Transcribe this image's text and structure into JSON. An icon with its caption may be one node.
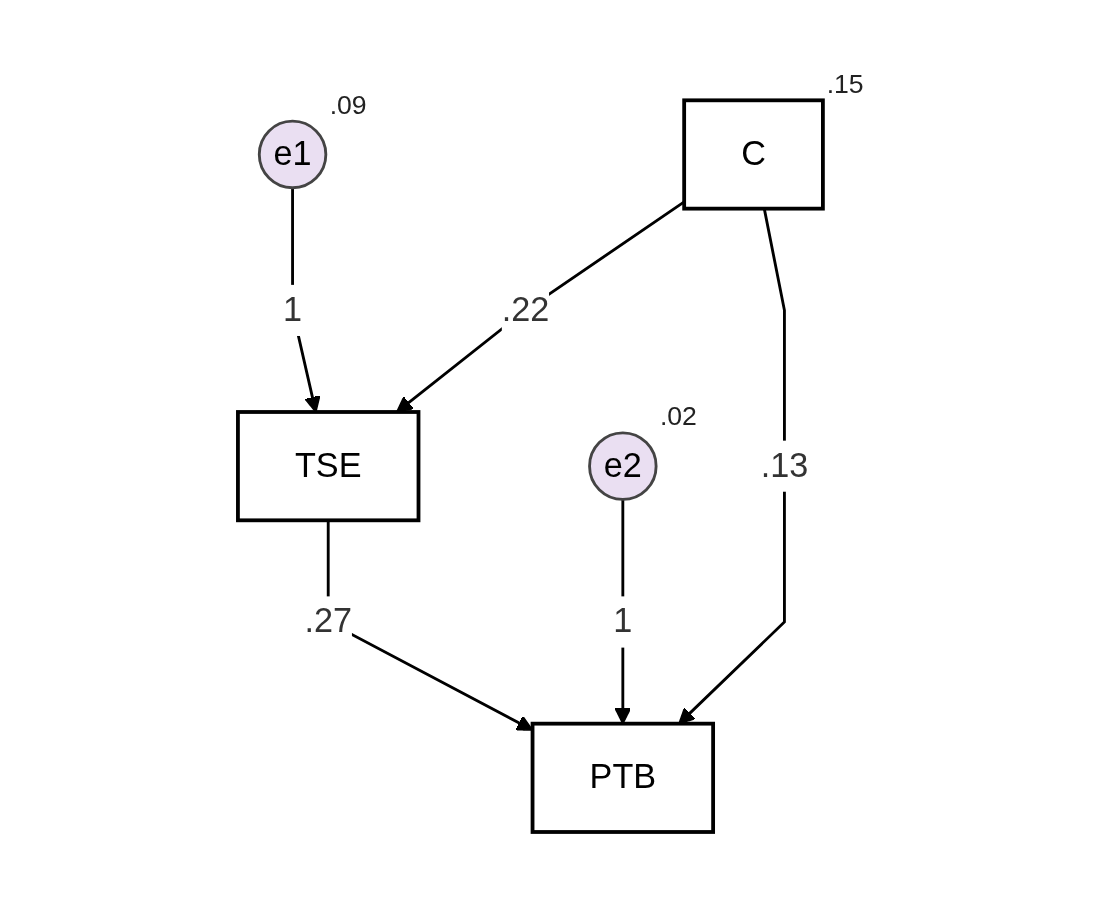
{
  "diagram": {
    "nodes": [
      {
        "text": [
          "e1"
        ],
        "beside": [
          ".09"
        ]
      },
      {
        "text": [
          "TSE"
        ]
      },
      {
        "text": [
          "e2"
        ],
        "beside": [
          ".02"
        ]
      },
      {
        "text": [
          "C"
        ],
        "beside": [
          ".15"
        ]
      },
      {
        "text": [
          "PTB"
        ]
      }
    ],
    "edges": [
      {
        "from": 0,
        "to": 1,
        "label": "1",
        "arrow": "to"
      },
      {
        "from": 3,
        "to": 1,
        "label": ".22",
        "arrow": "to"
      },
      {
        "from": 1,
        "to": 4,
        "label": ".27",
        "arrow": "to"
      },
      {
        "from": 2,
        "to": 4,
        "label": "1",
        "arrow": "to"
      },
      {
        "from": 3,
        "to": 4,
        "label": ".13",
        "arrow": "to"
      }
    ]
  }
}
